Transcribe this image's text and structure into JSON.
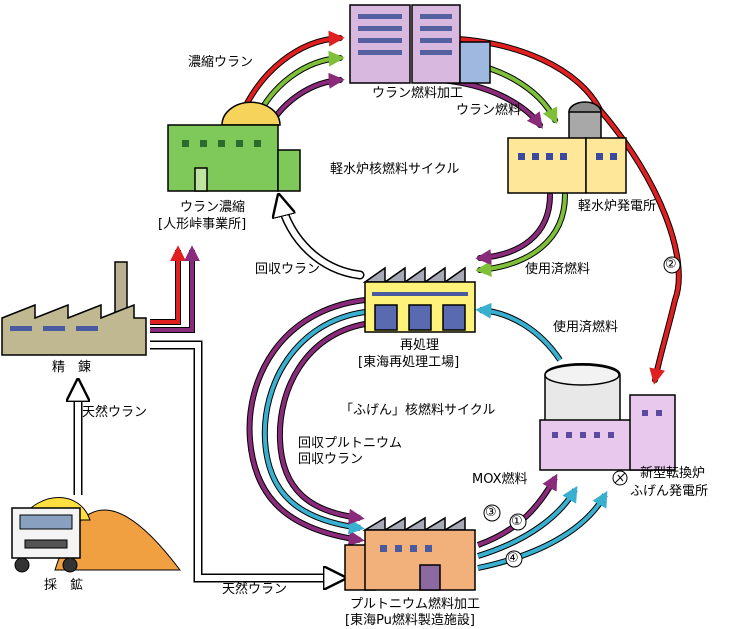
{
  "labels": {
    "enriched_uranium": "濃縮ウラン",
    "uranium_fuel_fab": "ウラン燃料加工",
    "uranium_fuel": "ウラン燃料",
    "lwr_cycle": "軽水炉核燃料サイクル",
    "lwr_plant": "軽水炉発電所",
    "enrichment": "ウラン濃縮",
    "enrichment_site": "[人形峠事業所]",
    "recovered_uranium_top": "回収ウラン",
    "spent_fuel_top": "使用済燃料",
    "spent_fuel_right": "使用済燃料",
    "reprocessing": "再処理",
    "reprocessing_site": "[東海再処理工場]",
    "refining": "精　錬",
    "natural_uranium_left": "天然ウラン",
    "fugen_cycle": "「ふげん」核燃料サイクル",
    "recovered_pu": "回収プルトニウム",
    "recovered_u": "回収ウラン",
    "mox_fuel": "MOX燃料",
    "fugen_plant_1": "新型転換炉",
    "fugen_plant_2": "ふげん発電所",
    "mining": "採　鉱",
    "natural_uranium_bottom": "天然ウラン",
    "pu_fab": "プルトニウム燃料加工",
    "pu_fab_site": "[東海Pu燃料製造施設]",
    "num1": "①",
    "num2": "②",
    "num3": "③",
    "num4": "④"
  },
  "colors": {
    "red_flow": "#e02020",
    "green_flow": "#7fbf3a",
    "purple_flow": "#8a2a7a",
    "cyan_flow": "#3ab0d0",
    "white_flow": "#ffffff"
  }
}
